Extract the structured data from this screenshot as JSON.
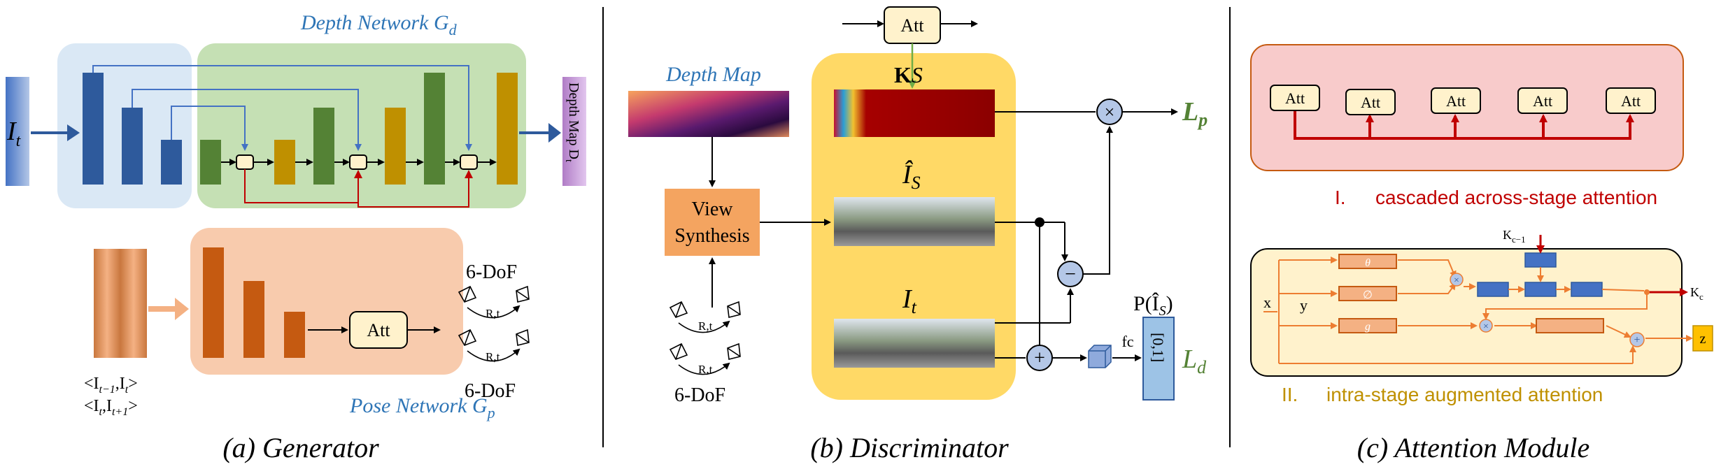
{
  "generator": {
    "depth_network_title": "Depth Network G",
    "depth_network_sub": "d",
    "input_label": "I",
    "input_sub": "t",
    "depth_map_label": "Depth Map D",
    "depth_map_sub": "t",
    "pose_network_title": "Pose Network G",
    "pose_network_sub": "p",
    "att_label": "Att",
    "dof_top": "6-DoF",
    "dof_bottom": "6-DoF",
    "rt_label": "R,t",
    "pair_1": "<I",
    "pair_1_a": "t−1",
    "pair_1_b": ",I",
    "pair_1_c": "t",
    "pair_1_end": ">",
    "pair_2": "<I",
    "pair_2_a": "t",
    "pair_2_b": ",I",
    "pair_2_c": "t+1",
    "pair_2_end": ">",
    "caption": "(a) Generator"
  },
  "discriminator": {
    "att_label": "Att",
    "depth_map_title": "Depth Map",
    "view_synthesis_1": "View",
    "view_synthesis_2": "Synthesis",
    "rt_label": "R,t",
    "dof_label": "6-DoF",
    "k_label": "K",
    "k_sub": "S",
    "i_hat_label": "Î",
    "i_hat_sub": "S",
    "it_label": "I",
    "it_sub": "t",
    "times_symbol": "×",
    "minus_symbol": "−",
    "plus_symbol": "+",
    "lp_label": "L",
    "lp_sub": "p",
    "ld_label": "L",
    "ld_sub": "d",
    "fc_label": "fc",
    "prob_label": "P(Î",
    "prob_sub": "S",
    "prob_end": ")",
    "range_label": "[0,1]",
    "caption": "(b) Discriminator"
  },
  "attention": {
    "att_label": "Att",
    "cascaded_num": "I.",
    "cascaded_text": "cascaded across-stage attention",
    "intra_num": "II.",
    "intra_text": "intra-stage augmented attention",
    "kc1_label": "K",
    "kc1_sub": "c−1",
    "kc_label": "K",
    "kc_sub": "c",
    "x_label": "x",
    "y_label": "y",
    "theta_label": "θ",
    "phi_label": "∅",
    "g_label": "g",
    "z_label": "z",
    "caption": "(c) Attention Module"
  },
  "colors": {
    "dark_blue": "#2e5a9c",
    "green": "#548235",
    "gold": "#bf9000",
    "orange": "#c55a11",
    "red": "#c00000",
    "title_blue": "#2e75b6",
    "yellow": "#ffd966",
    "pink_bg": "#f8cbcb"
  }
}
